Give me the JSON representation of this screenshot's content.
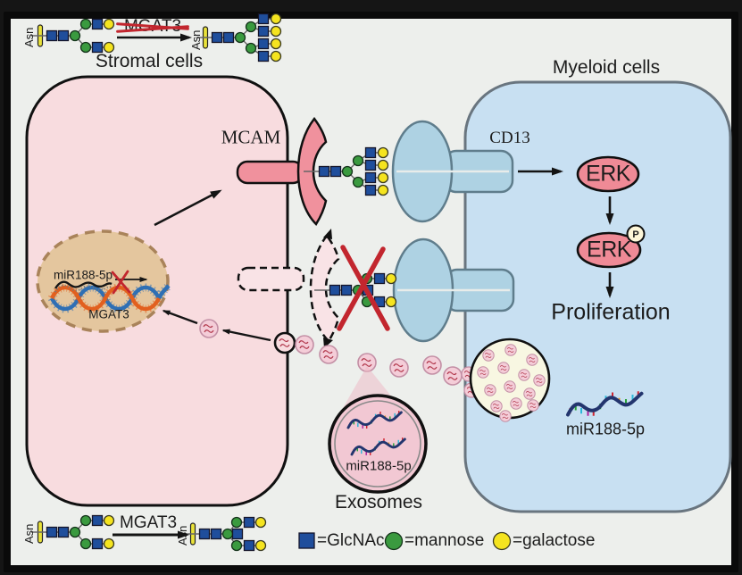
{
  "cells": {
    "stromal_label": "Stromal cells",
    "myeloid_label": "Myeloid cells"
  },
  "glyco": {
    "asn": "Asn",
    "enzyme_top": "MGAT3",
    "enzyme_bottom": "MGAT3"
  },
  "receptors": {
    "mcam": "MCAM",
    "cd13": "CD13"
  },
  "signaling": {
    "erk": "ERK",
    "erk_phos": "ERK",
    "phospho_badge": "P",
    "outcome": "Proliferation"
  },
  "nucleus": {
    "mirna_label": "miR188-5p",
    "gene_label": "MGAT3"
  },
  "exosomes": {
    "inset_mirna_label": "miR188-5p",
    "inset_caption": "Exosomes",
    "released_mirna_label": "miR188-5p"
  },
  "legend": {
    "glcnac": "=GlcNAc",
    "mannose": "=mannose",
    "galactose": "=galactose"
  },
  "colors": {
    "glcnac_blue": "#1f4e9c",
    "mannose_green": "#3a9a3f",
    "galactose_yellow": "#f5e41f",
    "stromal_cell_pink": "#f8dcdf",
    "myeloid_cell_blue": "#c8e0f2",
    "nucleus_tan": "#e4c69e",
    "mcam_pink": "#f0919d",
    "cd13_blue": "#aed2e3",
    "erk_pink": "#ef8a96",
    "exosome_pink": "#f4cdd8",
    "cross_red": "#c2262e"
  }
}
